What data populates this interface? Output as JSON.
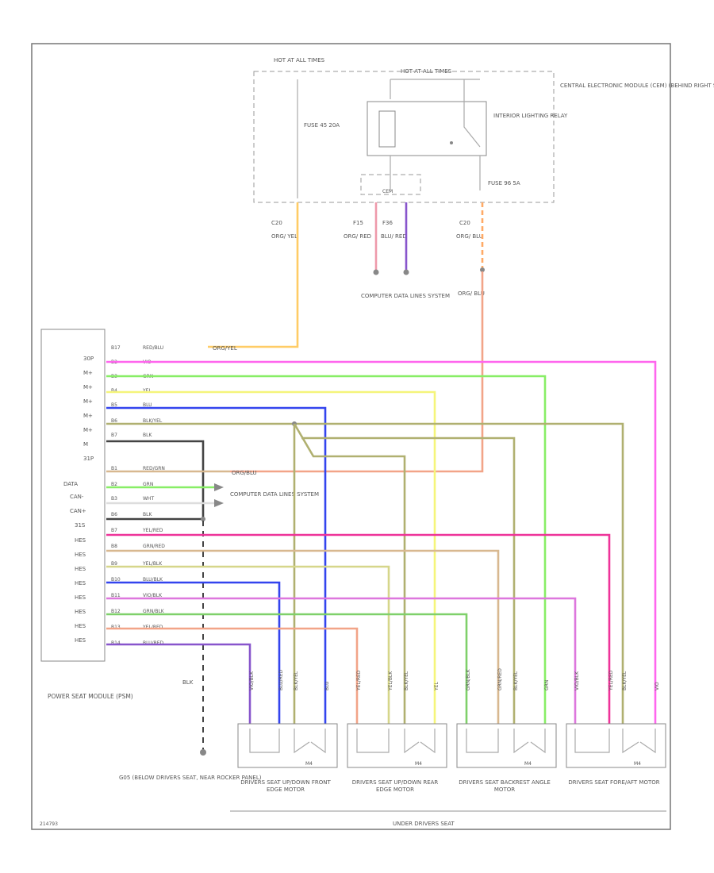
{
  "colors": {
    "org_yel": "#ffcc66",
    "org_blu": "#f2a488",
    "vio": "#ff66ee",
    "grn": "#88ee66",
    "yel": "#f5f57a",
    "blu": "#3344ee",
    "blu_yel": "#b0b070",
    "blk": "#444444",
    "red_grn": "#d8b890",
    "wht": "#dddddd",
    "blu_purple": "#8855cc",
    "org_red": "#ee99aa",
    "red_pink": "#ee3399"
  },
  "power": {
    "hot_at_all_times_1": "HOT AT ALL TIMES",
    "hot_at_all_times_2": "HOT AT ALL TIMES",
    "fuse_left": "FUSE 45 20A",
    "fuse_right": "FUSE 96 5A",
    "relay_label": "INTERIOR LIGHTING RELAY",
    "cem_label": "CENTRAL ELECTRONIC MODULE (CEM) (BEHIND RIGHT SIDE OF DASH)",
    "cem_box": "CEM",
    "conn_c20_left": "C20",
    "conn_f15": "F15",
    "conn_f36": "F36",
    "conn_c20_right": "C20",
    "wire_org_yel": "ORG/ YEL",
    "wire_org_red": "ORG/ RED",
    "wire_blu_red": "BLU/ RED",
    "wire_org_blu": "ORG/ BLU",
    "wire_org_blu_2": "ORG/ BLU",
    "computer_data_lines_top": "COMPUTER DATA LINES SYSTEM"
  },
  "module": {
    "name": "POWER SEAT MODULE (PSM)",
    "pins": [
      "30P",
      "M+",
      "M+",
      "M+",
      "M+",
      "M+",
      "M",
      "31P",
      "",
      "DATA",
      "CAN-",
      "CAN+",
      "31S",
      "HES",
      "HES",
      "HES",
      "HES",
      "HES",
      "HES",
      "HES",
      "HES"
    ],
    "wire_tags": [
      {
        "pin": "B17",
        "color": "RED/BLU"
      },
      {
        "pin": "B2",
        "color": "VIO"
      },
      {
        "pin": "B3",
        "color": "GRN"
      },
      {
        "pin": "B4",
        "color": "YEL"
      },
      {
        "pin": "B5",
        "color": "BLU"
      },
      {
        "pin": "B6",
        "color": "BLK/YEL"
      },
      {
        "pin": "B7",
        "color": "BLK"
      },
      {
        "pin": "B1",
        "color": "RED/GRN"
      },
      {
        "pin": "B2",
        "color": "GRN"
      },
      {
        "pin": "B3",
        "color": "WHT"
      },
      {
        "pin": "B6",
        "color": "BLK"
      },
      {
        "pin": "B7",
        "color": "YEL/RED"
      },
      {
        "pin": "B8",
        "color": "GRN/RED"
      },
      {
        "pin": "B9",
        "color": "YEL/BLK"
      },
      {
        "pin": "B10",
        "color": "BLU/BLK"
      },
      {
        "pin": "B11",
        "color": "VIO/BLK"
      },
      {
        "pin": "B12",
        "color": "GRN/BLK"
      },
      {
        "pin": "B13",
        "color": "YEL/RED"
      },
      {
        "pin": "B14",
        "color": "BLU/RED"
      }
    ],
    "org_yel_return": "ORG/YEL",
    "org_blu_return": "ORG/BLU",
    "computer_data_lines": "COMPUTER DATA LINES SYSTEM"
  },
  "ground": {
    "wire": "BLK",
    "name": "G05 (BELOW DRIVERS SEAT, NEAR ROCKER PANEL)"
  },
  "motors": [
    {
      "name": "DRIVERS SEAT UP/DOWN FRONT EDGE MOTOR",
      "conn": "M4",
      "wires": [
        "VIO/BLK",
        "BLU/RED",
        "BLK/YEL",
        "BLU"
      ]
    },
    {
      "name": "DRIVERS SEAT UP/DOWN REAR EDGE MOTOR",
      "conn": "M4",
      "wires": [
        "YEL/RED",
        "YEL/BLK",
        "BLK/YEL",
        "YEL"
      ]
    },
    {
      "name": "DRIVERS SEAT BACKREST ANGLE MOTOR",
      "conn": "M4",
      "wires": [
        "GRN/BLK",
        "GRN/RED",
        "BLK/YEL",
        "GRN"
      ]
    },
    {
      "name": "DRIVERS SEAT FORE/AFT MOTOR",
      "conn": "M4",
      "wires": [
        "VIO/BLK",
        "YEL/RED",
        "BLK/YEL",
        "VIO"
      ]
    }
  ],
  "bottom_label": "UNDER DRIVERS SEAT",
  "diagram_id": "214793"
}
